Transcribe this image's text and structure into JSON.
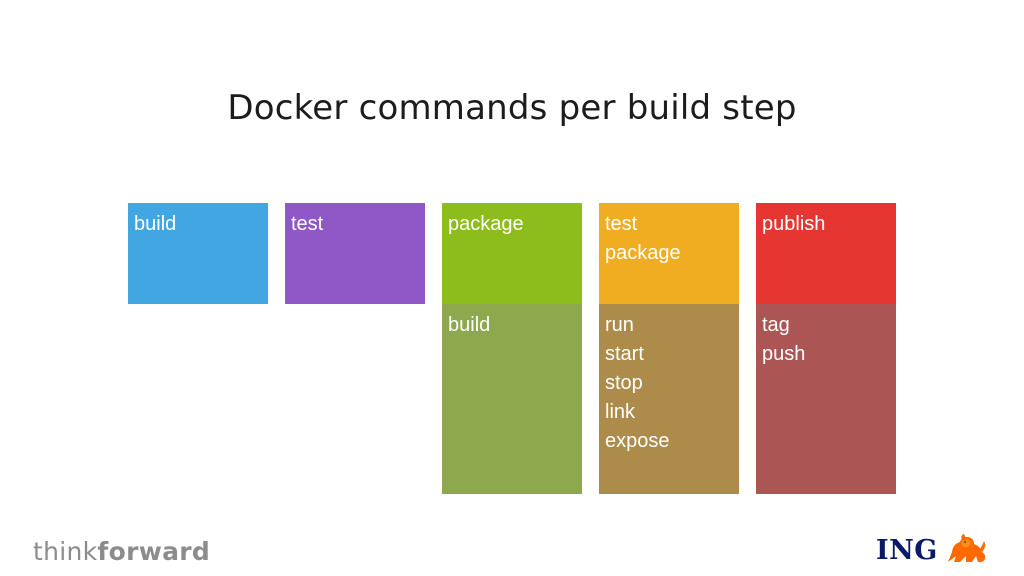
{
  "title": "Docker commands per build step",
  "colors": {
    "build_top": "#42a6e2",
    "test_top": "#9057c6",
    "package_top": "#8cbd1c",
    "package_bottom": "#8ea84e",
    "testpkg_top": "#f0ad22",
    "testpkg_bottom": "#ad8b4a",
    "publish_top": "#e53632",
    "publish_bottom": "#ab5654"
  },
  "steps": [
    {
      "name_lines": [
        "build"
      ],
      "commands": []
    },
    {
      "name_lines": [
        "test"
      ],
      "commands": []
    },
    {
      "name_lines": [
        "package"
      ],
      "commands": [
        "build"
      ]
    },
    {
      "name_lines": [
        "test",
        "package"
      ],
      "commands": [
        "run",
        "start",
        "stop",
        "link",
        "expose"
      ]
    },
    {
      "name_lines": [
        "publish"
      ],
      "commands": [
        "tag",
        "push"
      ]
    }
  ],
  "footer": {
    "brand_light": "think",
    "brand_bold": "forward",
    "logo_text": "ING",
    "logo_icon": "lion-icon"
  }
}
